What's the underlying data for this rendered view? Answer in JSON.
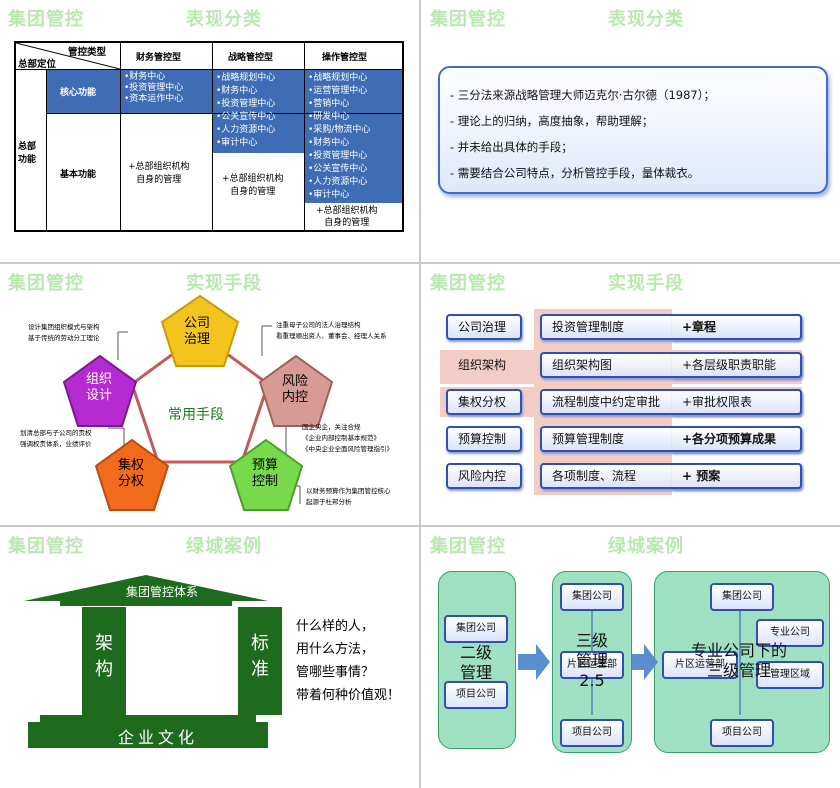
{
  "slides": {
    "s1": {
      "header": "集团管控",
      "subheader": "表现分类",
      "table": {
        "corner_top": "管控类型",
        "corner_bottom": "总部定位",
        "col1": "财务管控型",
        "col2": "战略管控型",
        "col3": "操作管控型",
        "row_group": "总部\n功能",
        "row1": "核心功能",
        "row2": "基本功能",
        "c11": "•财务中心\n•投资管理中心\n•资本运作中心",
        "c12": "•战略规划中心\n•财务中心\n•投资管理中心\n•公关宣传中心\n•人力资源中心\n•审计中心",
        "c13": "•战略规划中心\n•运营管理中心\n•营销中心\n•研发中心\n•采购/物流中心\n•财务中心\n•投资管理中心\n•公关宣传中心\n•人力资源中心\n•审计中心",
        "c21": "+总部组织机构\n自身的管理",
        "c22": "+总部组织机构\n自身的管理",
        "c23": "+总部组织机构\n自身的管理"
      }
    },
    "s2": {
      "header": "集团管控",
      "subheader": "表现分类",
      "lines": [
        "- 三分法来源战略管理大师迈克尔·古尔德（1987）；",
        "- 理论上的归纳，高度抽象，帮助理解；",
        "- 并未给出具体的手段；",
        "- 需要结合公司特点，分析管控手段，量体裁衣。"
      ]
    },
    "s3": {
      "header": "集团管控",
      "subheader": "实现手段",
      "center": "常用手段",
      "nodes": [
        "公司\n治理",
        "风险\n内控",
        "预算\n控制",
        "集权\n分权",
        "组织\n设计"
      ],
      "notes": {
        "top_left": "设计集团组织模式与架构\n基于传统的劳动分工理论",
        "top_right": "注重母子公司的法人治理结构\n看重理顺出资人、董事会、经理人关系",
        "mid_right": "国企央企，关注合规\n《企业内部控制基本规范》\n《中央企业全面风险管理指引》",
        "mid_left": "划清总部与子公司的责权\n强调权责体系，业绩评价",
        "bottom_right": "以财务预算作为集团管控核心\n起源于杜邦分析"
      },
      "colors": {
        "gold": "#f3c51c",
        "pink": "#d89a95",
        "green": "#77d94b",
        "orange": "#f26b1d",
        "purple": "#b62ad1"
      }
    },
    "s4": {
      "header": "集团管控",
      "subheader": "实现手段",
      "rows": [
        {
          "left": "公司治理",
          "mid": "投资管理制度",
          "right": "+章程"
        },
        {
          "left": "组织架构",
          "mid": "组织架构图",
          "right": "+各层级职责职能"
        },
        {
          "left": "集权分权",
          "mid": "流程制度中约定审批",
          "right": "+审批权限表"
        },
        {
          "left": "预算控制",
          "mid": "预算管理制度",
          "right": "+各分项预算成果"
        },
        {
          "left": "风险内控",
          "mid": "各项制度、流程",
          "right": "+ 预案"
        }
      ]
    },
    "s5": {
      "header": "集团管控",
      "subheader": "绿城案例",
      "roof": "集团管控体系",
      "left_pillar": "架\n构",
      "right_pillar": "标\n准",
      "base": "企业文化",
      "question": [
        "什么样的人，",
        "用什么方法，",
        "管哪些事情？",
        "带着何种价值观！"
      ]
    },
    "s6": {
      "header": "集团管控",
      "subheader": "绿城案例",
      "box1": {
        "title": "二级\n管理",
        "top": "集团公司",
        "bottom": "项目公司"
      },
      "box2": {
        "title": "三级\n管理\n2.5",
        "top": "集团公司",
        "mid": "片区运营部",
        "bottom": "项目公司"
      },
      "box3": {
        "title": "专业公司下的\n三级管理",
        "top": "集团公司",
        "a": "专业公司",
        "b": "片区运营部",
        "c": "管理区域",
        "bottom": "项目公司"
      }
    }
  }
}
